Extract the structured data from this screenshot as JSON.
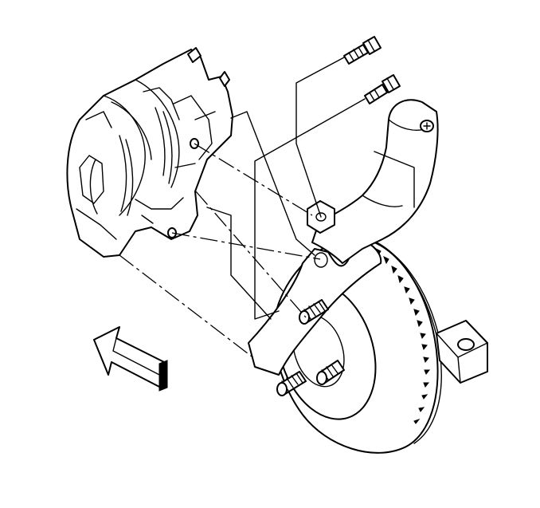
{
  "diagram": {
    "background": "#ffffff",
    "line_color": "#000000",
    "parts": [
      "brake-caliper",
      "caliper-mounting-bolt",
      "caliper-mounting-bracket",
      "brake-rotor",
      "wheel-stud",
      "splash-shield",
      "knuckle-lug",
      "direction-arrow"
    ],
    "wheel_stud_count": 3,
    "mounting_bolt_count": 2
  }
}
